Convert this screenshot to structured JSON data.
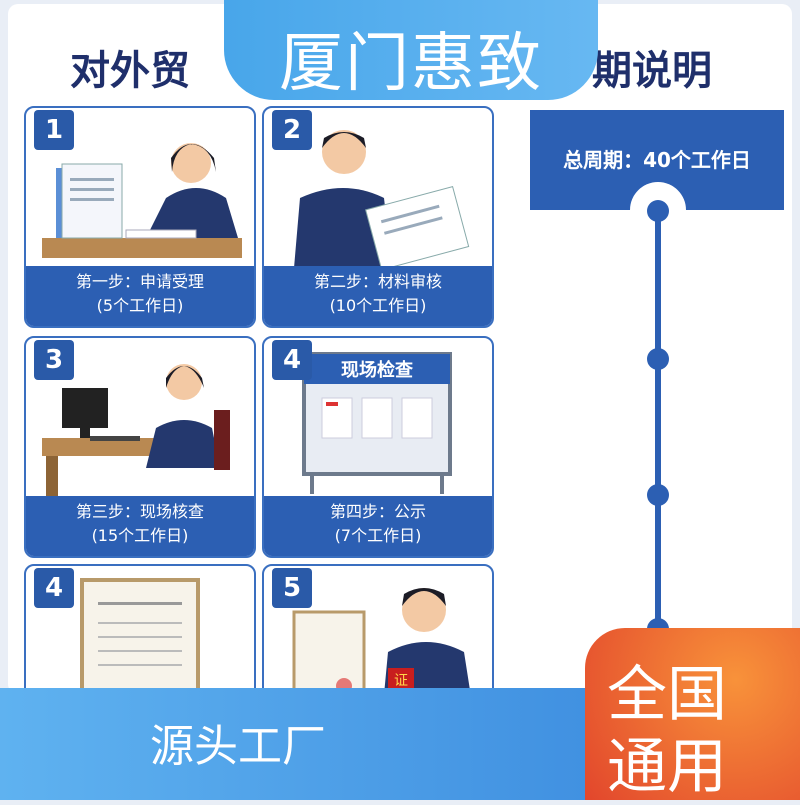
{
  "header": {
    "title_left": "对外贸",
    "title_right": "期说明",
    "banner": "厦门惠致"
  },
  "steps": [
    {
      "num": "1",
      "label": "第一步：申请受理",
      "days": "(5个工作日)"
    },
    {
      "num": "2",
      "label": "第二步：材料审核",
      "days": "(10个工作日)"
    },
    {
      "num": "3",
      "label": "第三步：现场核查",
      "days": "(15个工作日)"
    },
    {
      "num": "4",
      "label": "第四步：公示",
      "days": "(7个工作日)",
      "board_title": "现场检查"
    },
    {
      "num": "4"
    },
    {
      "num": "5",
      "stamp": "证"
    }
  ],
  "timeline": {
    "total": "总周期：40个工作日"
  },
  "footer": {
    "left": "源头工厂",
    "right_line1": "全国",
    "right_line2": "通用"
  },
  "colors": {
    "primary_blue": "#2c5fb3",
    "banner_blue": "#48a6ea",
    "orange": "#e2462c"
  }
}
